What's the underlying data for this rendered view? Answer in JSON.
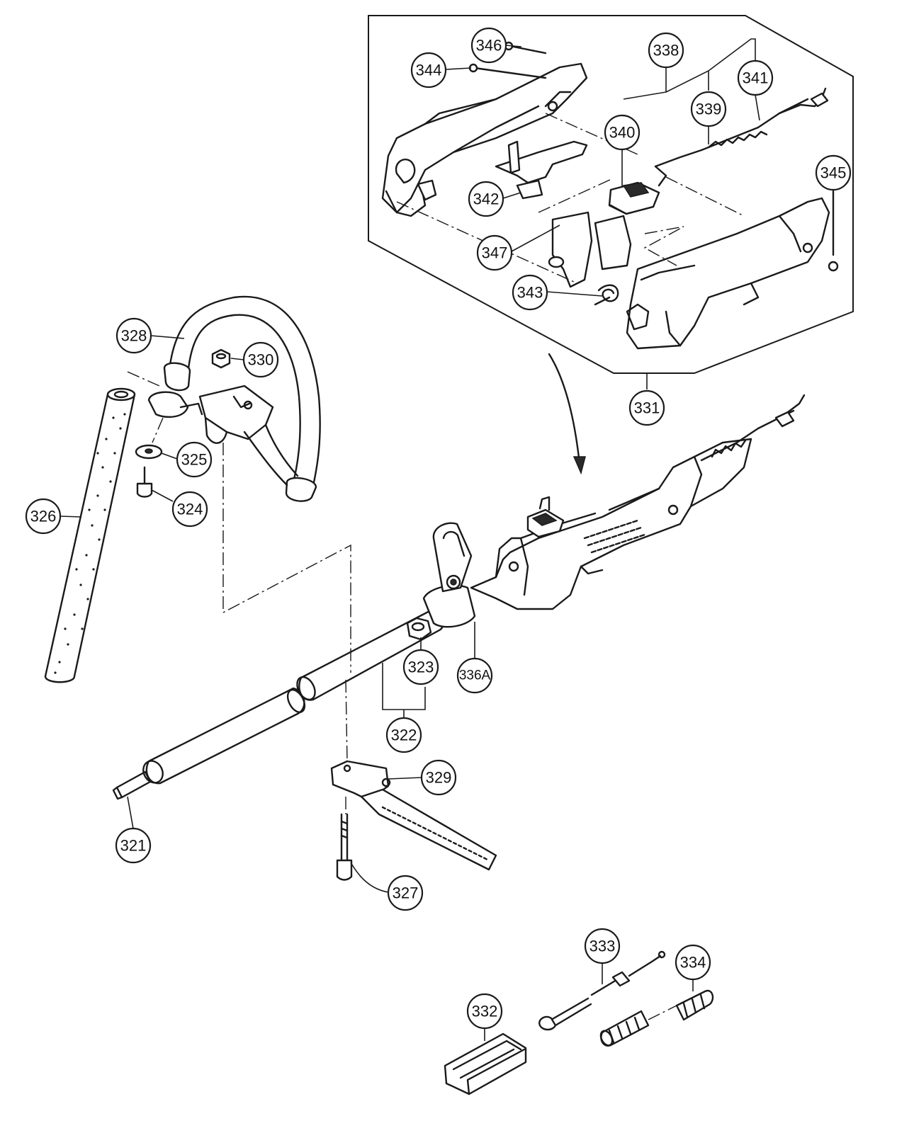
{
  "callouts": [
    {
      "id": "346",
      "label": "346"
    },
    {
      "id": "344",
      "label": "344"
    },
    {
      "id": "338",
      "label": "338"
    },
    {
      "id": "341",
      "label": "341"
    },
    {
      "id": "339",
      "label": "339"
    },
    {
      "id": "340",
      "label": "340"
    },
    {
      "id": "345",
      "label": "345"
    },
    {
      "id": "342",
      "label": "342"
    },
    {
      "id": "347",
      "label": "347"
    },
    {
      "id": "343",
      "label": "343"
    },
    {
      "id": "331",
      "label": "331"
    },
    {
      "id": "328",
      "label": "328"
    },
    {
      "id": "330",
      "label": "330"
    },
    {
      "id": "325",
      "label": "325"
    },
    {
      "id": "324",
      "label": "324"
    },
    {
      "id": "326",
      "label": "326"
    },
    {
      "id": "323",
      "label": "323"
    },
    {
      "id": "336A",
      "label": "336A"
    },
    {
      "id": "322",
      "label": "322"
    },
    {
      "id": "329",
      "label": "329"
    },
    {
      "id": "321",
      "label": "321"
    },
    {
      "id": "327",
      "label": "327"
    },
    {
      "id": "333",
      "label": "333"
    },
    {
      "id": "334",
      "label": "334"
    },
    {
      "id": "332",
      "label": "332"
    }
  ]
}
